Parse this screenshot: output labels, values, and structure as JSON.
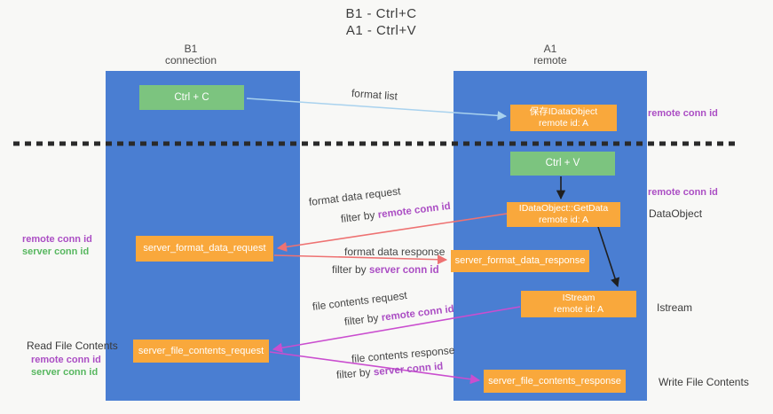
{
  "colors": {
    "bg": "#f8f8f6",
    "column-blue": "#4a7ed2",
    "box-orange": "#f9a83c",
    "box-green": "#7cc47f",
    "text-dark": "#3d3d3d",
    "purple": "#ab4ec4",
    "green-text": "#57b75f",
    "arrow-red": "#ee7272",
    "arrow-magenta": "#ca4ecf",
    "arrow-blue": "#a9d2ee",
    "arrow-black": "#1f1f1f"
  },
  "title": {
    "line1": "B1 - Ctrl+C",
    "line2": "A1 - Ctrl+V"
  },
  "columns": {
    "left": {
      "name": "B1",
      "role": "connection"
    },
    "right": {
      "name": "A1",
      "role": "remote"
    }
  },
  "boxes": {
    "ctrl_c": {
      "label": "Ctrl + C"
    },
    "ctrl_v": {
      "label": "Ctrl + V"
    },
    "save_dataobject": {
      "line1": "保存IDataObject",
      "line2": "remote id: A"
    },
    "getdata": {
      "line1": "IDataObject::GetData",
      "line2": "remote id: A"
    },
    "istream": {
      "line1": "IStream",
      "line2": "remote id: A"
    },
    "format_request": {
      "label": "server_format_data_request"
    },
    "format_response": {
      "label": "server_format_data_response"
    },
    "file_request": {
      "label": "server_file_contents_request"
    },
    "file_response": {
      "label": "server_file_contents_response"
    }
  },
  "flow_labels": {
    "format_list": "format list",
    "format_data_request": "format data request",
    "format_data_response": "format data response",
    "file_contents_request": "file contents request",
    "file_contents_response": "file contents response",
    "filter_by": "filter by ",
    "remote_conn_id": "remote conn id",
    "server_conn_id": "server conn id"
  },
  "side_labels": {
    "remote_conn_id": "remote conn id",
    "server_conn_id": "server conn id",
    "dataobject": "DataObject",
    "istream": "Istream",
    "read_file_contents": "Read File Contents",
    "write_file_contents": "Write File Contents"
  }
}
